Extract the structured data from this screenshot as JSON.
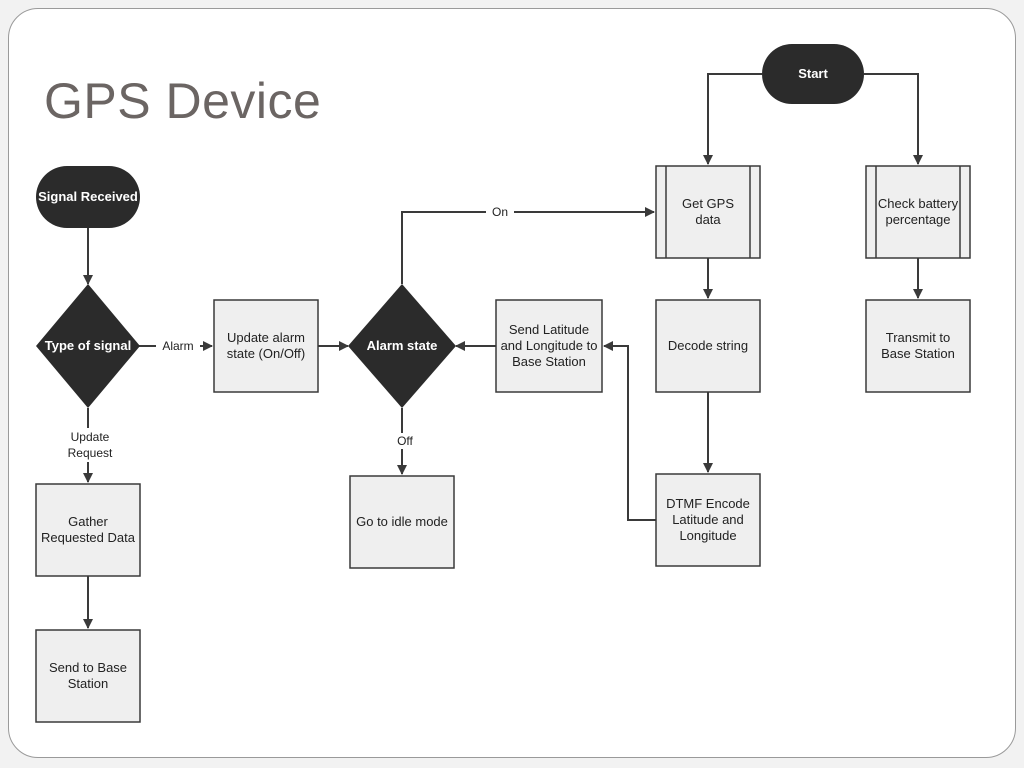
{
  "slide": {
    "title": "GPS Device"
  },
  "nodes": {
    "start": "Start",
    "get_gps": "Get GPS data",
    "check_battery": "Check battery percentage",
    "decode": "Decode string",
    "transmit": "Transmit to Base Station",
    "dtmf": "DTMF Encode Latitude and Longitude",
    "send_latlon": "Send Latitude and Longitude to Base Station",
    "alarm_state": "Alarm state",
    "idle": "Go to idle mode",
    "update_alarm": "Update alarm state (On/Off)",
    "signal_received": "Signal Received",
    "type_of_signal": "Type of signal",
    "gather": "Gather Requested Data",
    "send_base": "Send to Base Station"
  },
  "edges": {
    "on": "On",
    "off": "Off",
    "alarm": "Alarm",
    "update_request": "Update Request"
  },
  "colors": {
    "dark_node": "#2b2b2b",
    "box_fill": "#efefef",
    "line": "#3a3a3a"
  }
}
